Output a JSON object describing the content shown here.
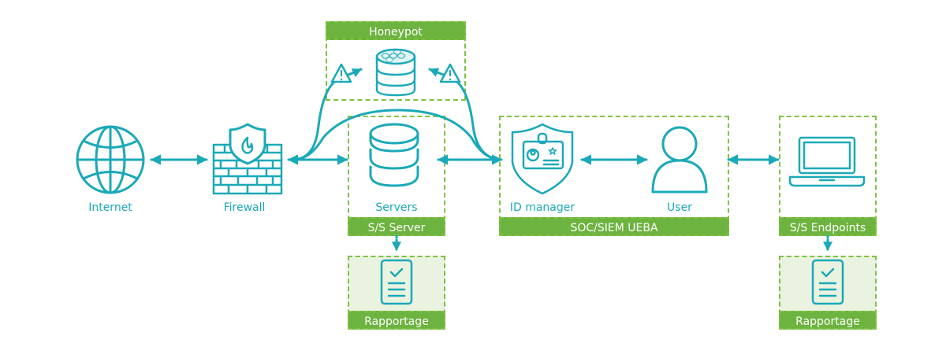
{
  "diagram": {
    "colors": {
      "icon": "#1aa9b8",
      "group_border": "#7dc242",
      "group_header": "#6db33f",
      "report_fill": "#eaf3e0",
      "header_text": "#ffffff"
    },
    "nodes": {
      "internet": {
        "label": "Internet",
        "icon": "globe-icon"
      },
      "firewall": {
        "label": "Firewall",
        "icon": "firewall-icon"
      },
      "servers": {
        "label": "Servers",
        "icon": "database-icon"
      },
      "honeypot_db": {
        "icon": "honeypot-database-icon"
      },
      "id_manager": {
        "label": "ID manager",
        "icon": "id-badge-shield-icon"
      },
      "user": {
        "label": "User",
        "icon": "user-icon"
      },
      "endpoint": {
        "icon": "laptop-icon"
      },
      "report_server": {
        "icon": "report-checklist-icon"
      },
      "report_endpoints": {
        "icon": "report-checklist-icon"
      }
    },
    "groups": {
      "honeypot": {
        "title": "Honeypot"
      },
      "ss_server": {
        "title": "S/S Server"
      },
      "soc": {
        "title": "SOC/SIEM UEBA"
      },
      "ss_endpoints": {
        "title": "S/S Endpoints"
      },
      "rapportage_server": {
        "title": "Rapportage"
      },
      "rapportage_endpoints": {
        "title": "Rapportage"
      }
    },
    "edges": [
      {
        "from": "internet",
        "to": "firewall",
        "type": "bidirectional"
      },
      {
        "from": "firewall",
        "to": "servers",
        "type": "bidirectional"
      },
      {
        "from": "servers",
        "to": "id_manager",
        "type": "bidirectional"
      },
      {
        "from": "id_manager",
        "to": "user",
        "type": "bidirectional"
      },
      {
        "from": "user",
        "to": "endpoint",
        "type": "bidirectional"
      },
      {
        "from": "firewall",
        "to": "honeypot_db",
        "type": "alert",
        "marker": "warning-icon"
      },
      {
        "from": "id_manager",
        "to": "honeypot_db",
        "type": "alert",
        "marker": "warning-icon"
      },
      {
        "from": "firewall",
        "to": "id_manager",
        "type": "bypass-curve"
      },
      {
        "from": "ss_server",
        "to": "rapportage_server",
        "type": "dotted"
      },
      {
        "from": "ss_endpoints",
        "to": "rapportage_endpoints",
        "type": "dotted"
      }
    ]
  }
}
